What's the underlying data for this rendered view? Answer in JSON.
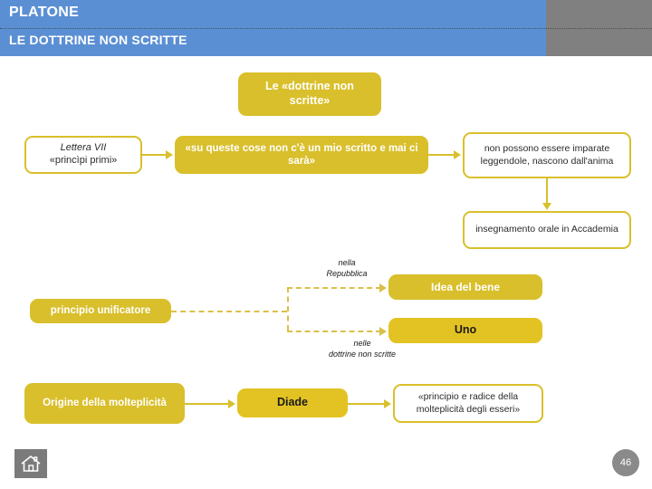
{
  "header": {
    "title": "PLATONE",
    "subtitle": "LE DOTTRINE NON SCRITTE",
    "blue": "#5b8fd4",
    "gray": "#808080"
  },
  "theme": {
    "accent_fill": "#d9bf2b",
    "accent_border": "#d9bf2b",
    "dash": "#d9c04a",
    "box_text_light": "#ffffff",
    "box_text_dark": "#1a1a1a"
  },
  "diagram": {
    "main_title": "Le «dottrine non scritte»",
    "row1": {
      "source_line1": "Lettera VII",
      "source_line2": "«princìpi primi»",
      "quote": "«su queste cose non c'è un mio scritto e mai ci sarà»",
      "consequence": "non possono essere imparate leggendole, nascono dall'anima",
      "teaching": "insegnamento orale in Accademia"
    },
    "row2": {
      "principle": "principio unificatore",
      "label_repubblica_l1": "nella",
      "label_repubblica_l2": "Repubblica",
      "idea_del_bene": "Idea del bene",
      "label_dottrine_l1": "nelle",
      "label_dottrine_l2": "dottrine non scritte",
      "uno": "Uno"
    },
    "row3": {
      "origin": "Origine della molteplicità",
      "diade": "Diade",
      "definition": "«principio e radice della molteplicità degli esseri»"
    }
  },
  "footer": {
    "home_icon": "home-icon",
    "page_number": "46"
  }
}
